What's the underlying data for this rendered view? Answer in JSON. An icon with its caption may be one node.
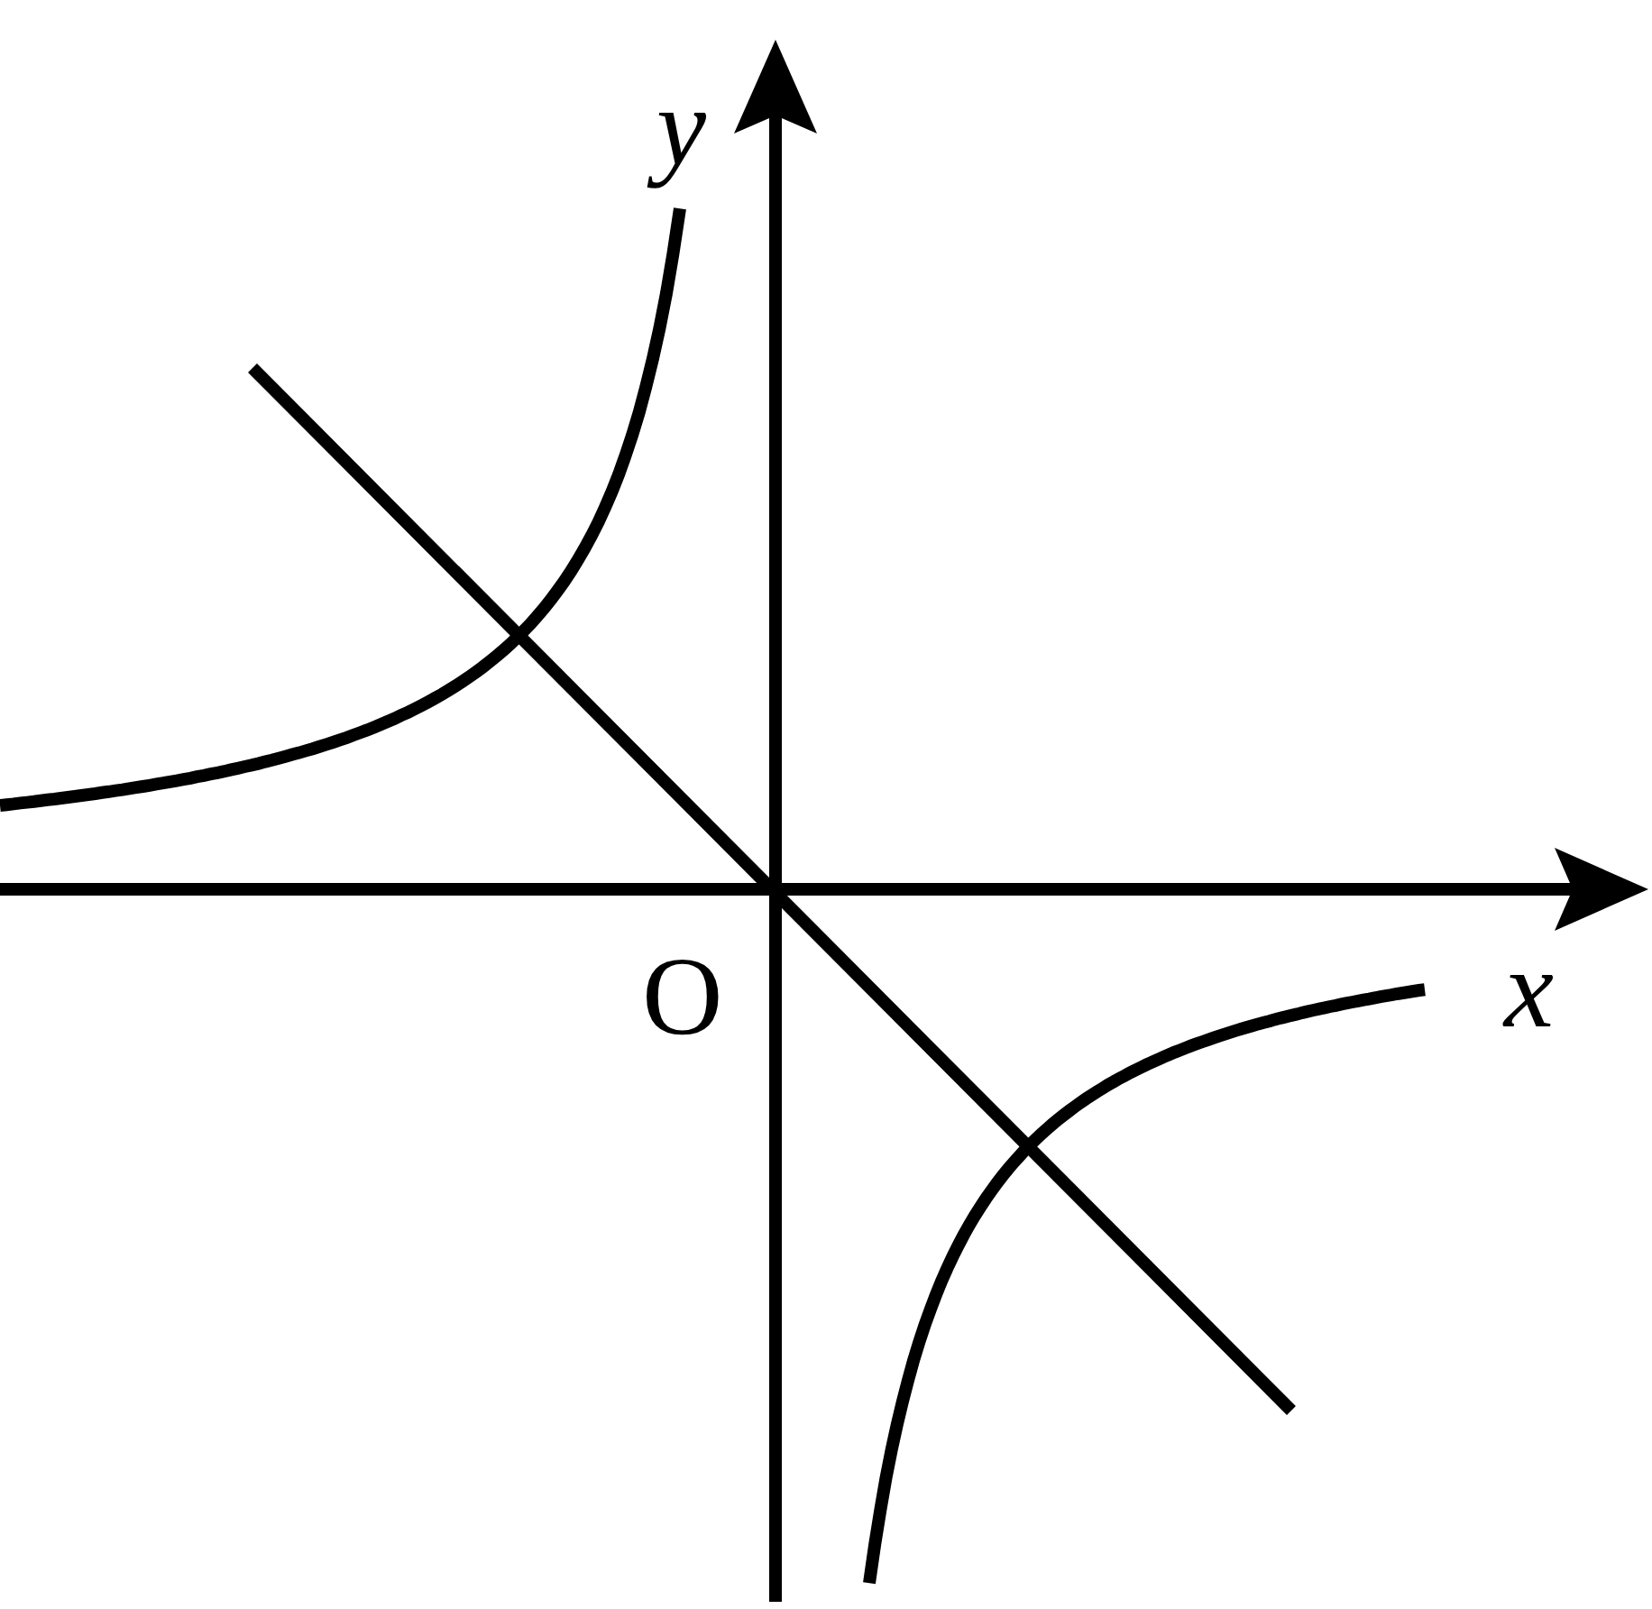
{
  "diagram": {
    "labels": [
      "y",
      "x",
      "O"
    ]
  }
}
